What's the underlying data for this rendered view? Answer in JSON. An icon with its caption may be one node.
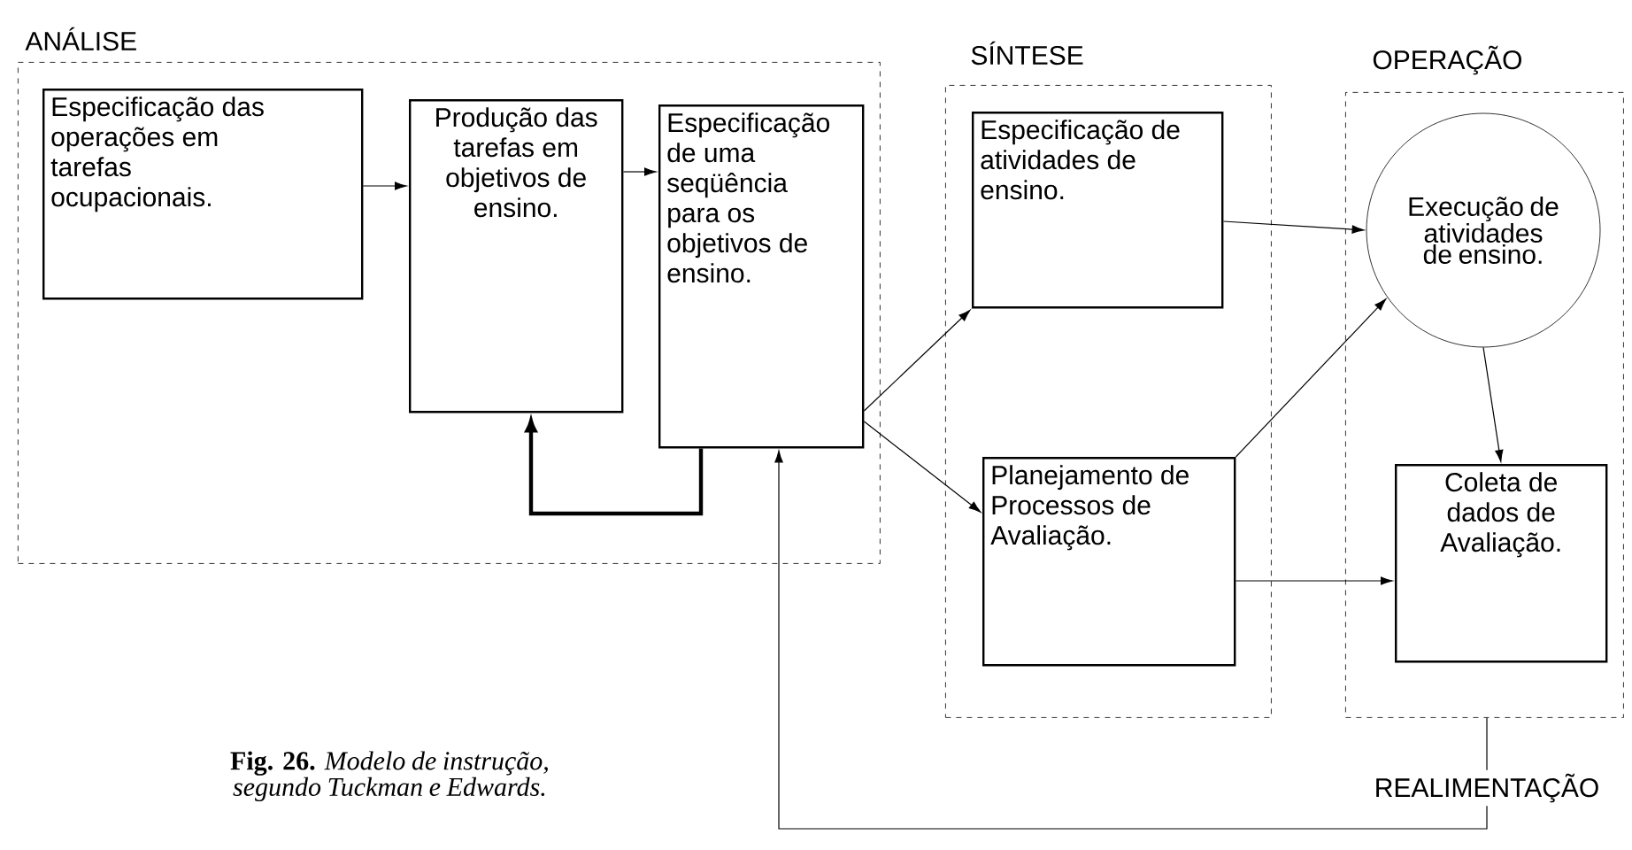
{
  "diagram": {
    "caption": "**Fig. 26.** *Modelo de instrução, segundo Tuckman e Edwards.*",
    "nodes": [
      {
        "text": [
          "ANÁLISE"
        ]
      },
      {
        "text": [
          "Especificação das operações em tarefas ocupacionais."
        ],
        "in": 0
      },
      {
        "text": [
          "Produção das tarefas em objetivos de ensino."
        ],
        "in": 0
      },
      {
        "text": [
          "Especificação de uma seqüência para os objetivos de ensino."
        ],
        "in": 0
      },
      {
        "text": [
          "SÍNTESE"
        ]
      },
      {
        "text": [
          "Especificação de atividades de ensino."
        ],
        "in": 4
      },
      {
        "text": [
          "Planejamento de Processos de Avaliação."
        ],
        "in": 4
      },
      {
        "text": [
          "OPERAÇÃO"
        ]
      },
      {
        "text": [
          "Execução de atividades de ensino."
        ],
        "in": 7
      },
      {
        "text": [
          "Coleta de dados de Avaliação."
        ],
        "in": 7
      }
    ],
    "edges": [
      {
        "from": 1,
        "to": 2,
        "arrow": "to"
      },
      {
        "from": 2,
        "to": 3,
        "arrow": "to"
      },
      {
        "from": 3,
        "to": 2,
        "arrow": "to",
        "style": "thick"
      },
      {
        "from": 3,
        "to": 5,
        "arrow": "to"
      },
      {
        "from": 3,
        "to": 6,
        "arrow": "to"
      },
      {
        "from": 5,
        "to": 8,
        "arrow": "to"
      },
      {
        "from": 6,
        "to": 8,
        "arrow": "to"
      },
      {
        "from": 6,
        "to": 9,
        "arrow": "to"
      },
      {
        "from": 8,
        "to": 9,
        "arrow": "to"
      },
      {
        "from": 7,
        "to": 3,
        "arrow": "to",
        "label": "REALIMENTAÇÃO"
      }
    ]
  }
}
